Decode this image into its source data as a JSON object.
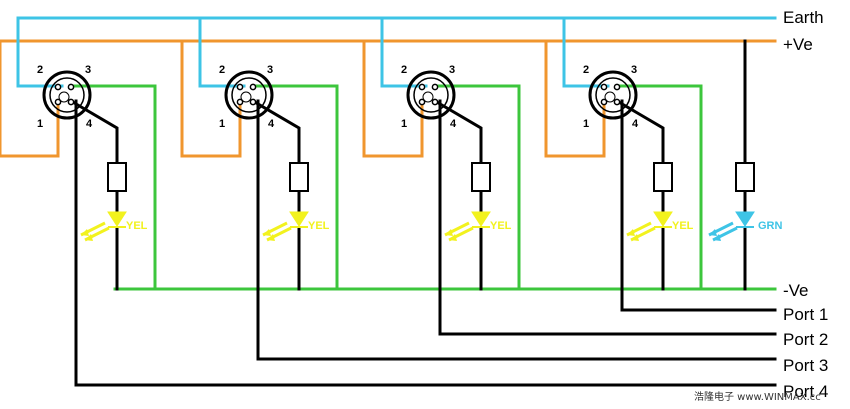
{
  "colors": {
    "earth": "#3ec4e6",
    "positive": "#f0962e",
    "negative": "#3cc63c",
    "signal": "#000000",
    "led_yellow": "#f2f21e",
    "led_green": "#3ec4e6"
  },
  "rails": {
    "earth": "Earth",
    "positive": "+Ve",
    "negative": "-Ve",
    "port1": "Port 1",
    "port2": "Port 2",
    "port3": "Port 3",
    "port4": "Port 4"
  },
  "connectors": [
    {
      "pins": [
        "1",
        "2",
        "3",
        "4"
      ],
      "led": "YEL"
    },
    {
      "pins": [
        "1",
        "2",
        "3",
        "4"
      ],
      "led": "YEL"
    },
    {
      "pins": [
        "1",
        "2",
        "3",
        "4"
      ],
      "led": "YEL"
    },
    {
      "pins": [
        "1",
        "2",
        "3",
        "4"
      ],
      "led": "YEL"
    }
  ],
  "power_led": "GRN",
  "watermark": "浩隆电子 www.WINMAX.cc"
}
